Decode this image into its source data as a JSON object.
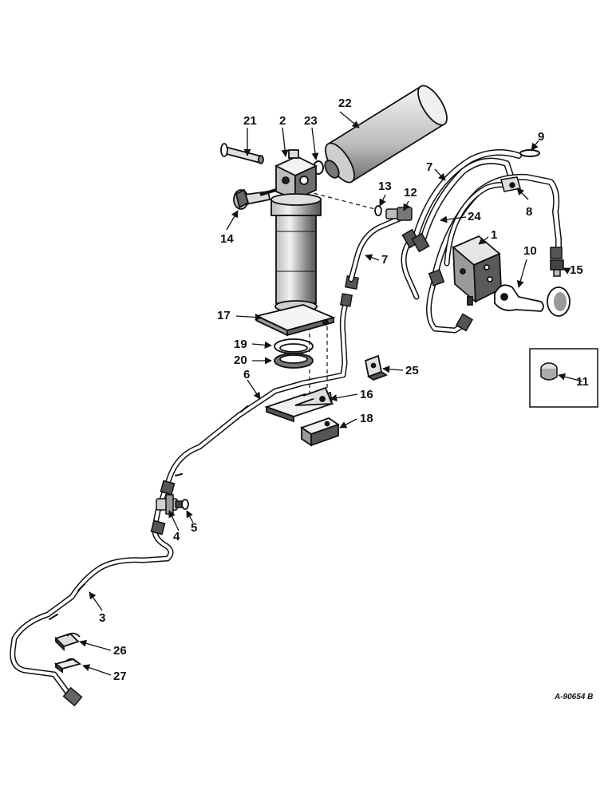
{
  "drawing_id": "A-90654 B",
  "callouts": {
    "c1": "1",
    "c2": "2",
    "c3": "3",
    "c4": "4",
    "c5": "5",
    "c6": "6",
    "c7a": "7",
    "c7b": "7",
    "c8": "8",
    "c9": "9",
    "c10": "10",
    "c11": "11",
    "c12": "12",
    "c13": "13",
    "c14": "14",
    "c15": "15",
    "c16": "16",
    "c17": "17",
    "c18": "18",
    "c19": "19",
    "c20": "20",
    "c21": "21",
    "c22": "22",
    "c23": "23",
    "c24": "24",
    "c25": "25",
    "c26": "26",
    "c27": "27"
  },
  "colors": {
    "line": "#111111",
    "background": "#ffffff",
    "shade": "#7a7a7a"
  }
}
